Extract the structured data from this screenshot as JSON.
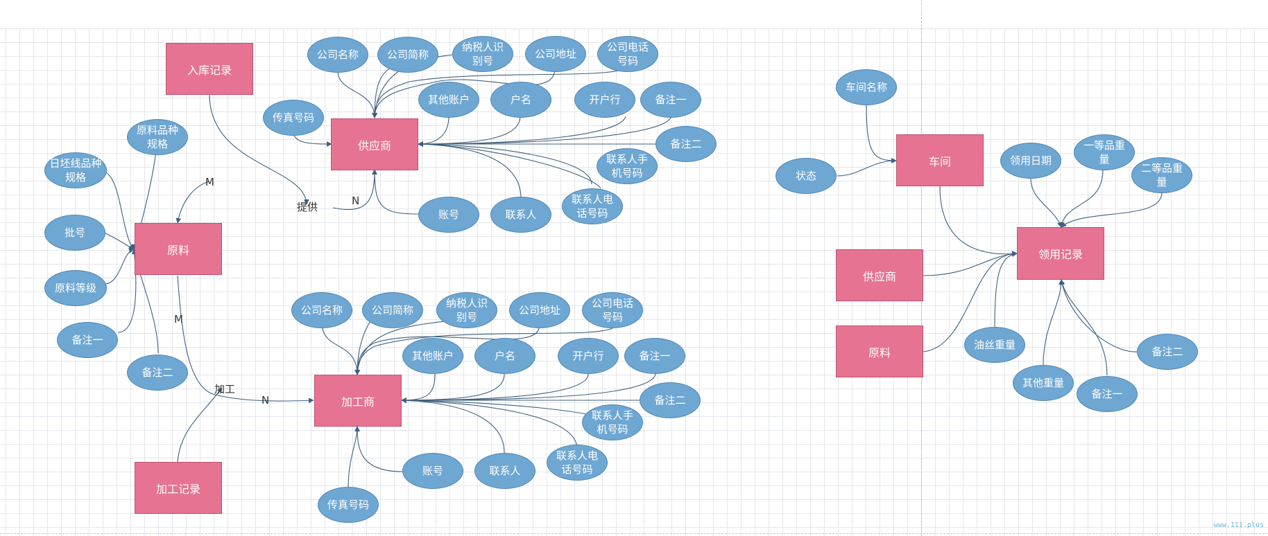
{
  "colors": {
    "entity": "#e57391",
    "attribute": "#6fa7d3",
    "edge": "#3f5f7e"
  },
  "diagram": {
    "entities": {
      "inbound_record": "入库记录",
      "supplier": "供应商",
      "raw_material": "原料",
      "processor": "加工商",
      "process_record": "加工记录",
      "workshop": "车间",
      "requisition_record": "领用记录",
      "supplier2": "供应商",
      "raw_material2": "原料"
    },
    "relationships": {
      "supply": "提供",
      "supply_m": "M",
      "supply_n": "N",
      "process": "加工",
      "process_m": "M",
      "process_n": "N"
    },
    "supplier_attrs": {
      "company_name": "公司名称",
      "company_short": "公司简称",
      "taxpayer_id": "纳税人识别号",
      "company_address": "公司地址",
      "company_phone": "公司电话号码",
      "fax": "传真号码",
      "other_account": "其他账户",
      "account_name": "户名",
      "bank": "开户行",
      "remark1": "备注一",
      "remark2": "备注二",
      "mobile": "联系人手机号码",
      "contact_phone": "联系人电话号码",
      "contact": "联系人",
      "account": "账号"
    },
    "raw_material_attrs": {
      "variety_spec": "原料品种规格",
      "billet_spec": "日坯线品种规格",
      "batch": "批号",
      "grade": "原料等级",
      "remark1": "备注一",
      "remark2": "备注二"
    },
    "processor_attrs": {
      "company_name": "公司名称",
      "company_short": "公司简称",
      "taxpayer_id": "纳税人识别号",
      "company_address": "公司地址",
      "company_phone": "公司电话号码",
      "other_account": "其他账户",
      "account_name": "户名",
      "bank": "开户行",
      "remark1": "备注一",
      "remark2": "备注二",
      "mobile": "联系人手机号码",
      "contact_phone": "联系人电话号码",
      "contact": "联系人",
      "account": "账号",
      "fax": "传真号码"
    },
    "workshop_attrs": {
      "workshop_name": "车间名称",
      "status": "状态"
    },
    "requisition_attrs": {
      "date": "领用日期",
      "grade1_weight": "一等品重量",
      "grade2_weight": "二等品重量",
      "oil_weight": "油丝重量",
      "other_weight": "其他重量",
      "remark1": "备注一",
      "remark2": "备注二"
    }
  },
  "watermark": "www.111.plus"
}
